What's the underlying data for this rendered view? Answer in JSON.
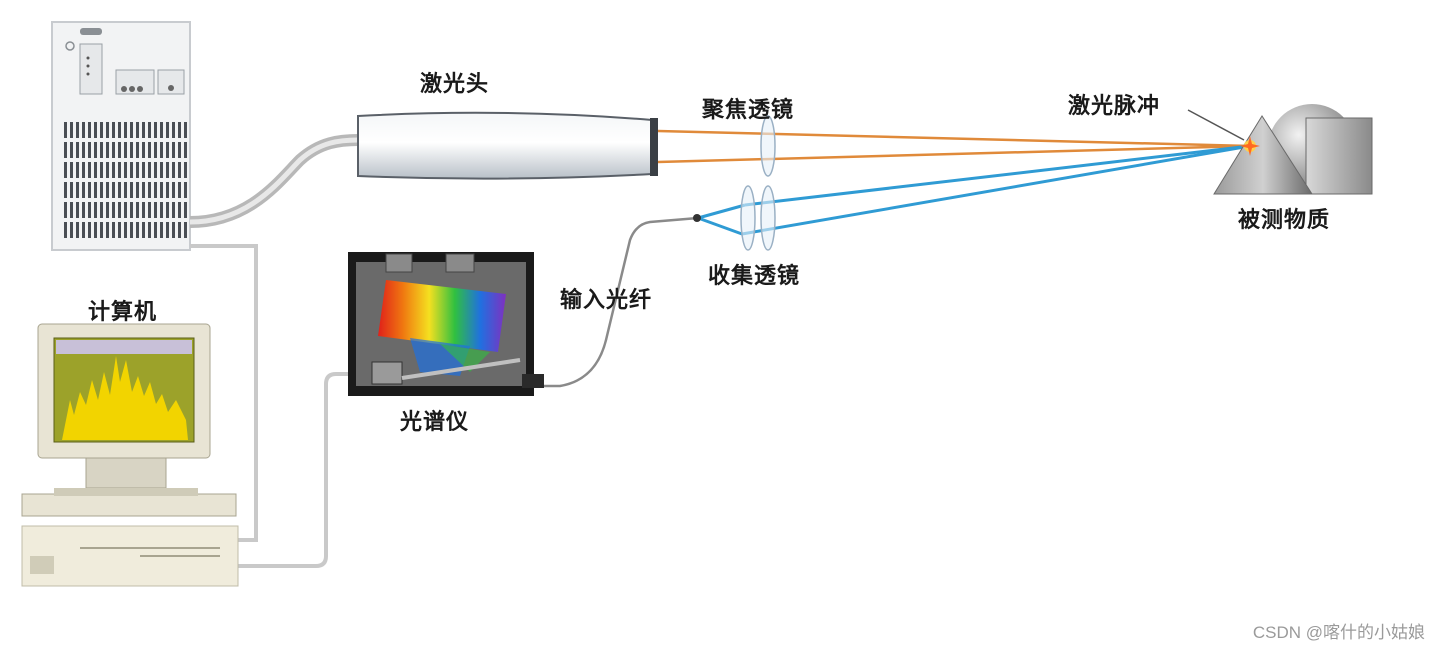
{
  "labels": {
    "laser_head": "激光头",
    "focus_lens": "聚焦透镜",
    "laser_pulse": "激光脉冲",
    "sample": "被测物质",
    "collect_lens": "收集透镜",
    "input_fiber": "输入光纤",
    "computer": "计算机",
    "spectrometer": "光谱仪"
  },
  "watermark": "CSDN @喀什的小姑娘",
  "colors": {
    "laser_beam": "#e08a3a",
    "collected_light": "#2f9bd4",
    "cable": "#c9c9c9",
    "screen_spectrum": "#f2d400",
    "screen_bg": "#9ca22a"
  }
}
